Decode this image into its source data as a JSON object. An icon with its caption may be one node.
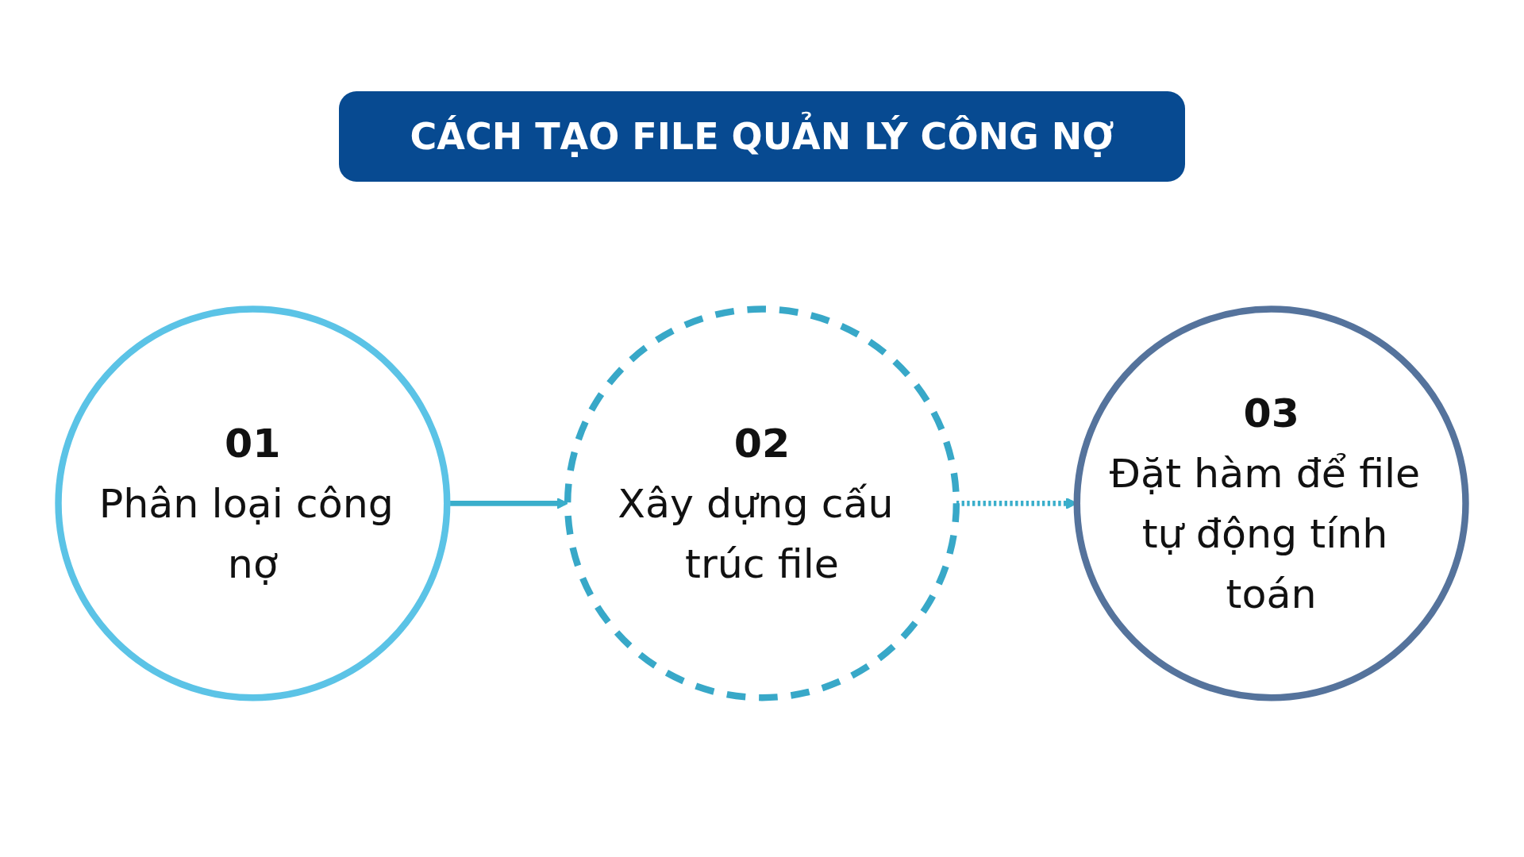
{
  "diagram": {
    "title": "CÁCH TẠO FILE QUẢN LÝ CÔNG NỢ",
    "nodes": [
      {
        "text": [
          "01",
          "Phân loại công nợ"
        ]
      },
      {
        "text": [
          "02",
          "Xây dựng cấu trúc file"
        ]
      },
      {
        "text": [
          "03",
          "Đặt hàm để file tự động tính toán"
        ]
      }
    ],
    "edges": [
      {
        "from": 0,
        "to": 1,
        "arrow": "to"
      },
      {
        "from": 1,
        "to": 2,
        "arrow": "to",
        "style": "dashed"
      }
    ]
  }
}
